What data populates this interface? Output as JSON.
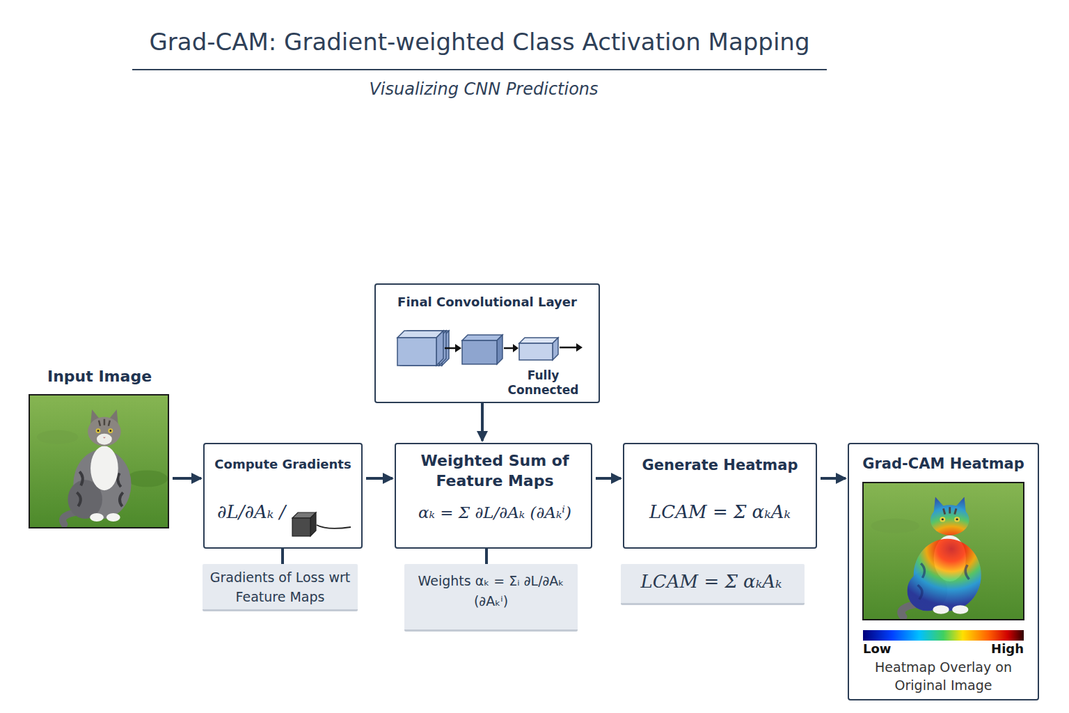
{
  "diagram": {
    "title": "Grad-CAM: Gradient-weighted Class Activation Mapping",
    "nodes": [
      {
        "text": [
          "Final Convolutional Layer",
          "Fully Connected"
        ]
      },
      {
        "text": [
          "Input Image"
        ]
      },
      {
        "text": [
          "Compute Gradients",
          "∂L/∂Aₖ /"
        ]
      },
      {
        "text": [
          "Weighted Sum of Feature Maps",
          "αₖ = Σ ∂L/∂Aₖ (∂Aₖⁱ)"
        ]
      },
      {
        "text": [
          "Generate Heatmap",
          "LCAM = Σ αₖAₖ"
        ]
      },
      {
        "text": [
          "Grad-CAM Heatmap",
          "Heatmap Overlay on Original Image"
        ]
      },
      {
        "text": [
          "Gradients of Loss wrt Feature Maps"
        ]
      },
      {
        "text": [
          "Weights αₖ = Σᵢ ∂L/∂Aₖ (∂Aₖⁱ)"
        ]
      },
      {
        "text": [
          "LCAM = Σ αₖAₖ"
        ]
      }
    ],
    "edges": [
      {
        "from": 1,
        "to": 2,
        "arrow": "to"
      },
      {
        "from": 2,
        "to": 3,
        "arrow": "to"
      },
      {
        "from": 3,
        "to": 4,
        "arrow": "to"
      },
      {
        "from": 4,
        "to": 5,
        "arrow": "to"
      },
      {
        "from": 0,
        "to": 3,
        "arrow": "to"
      },
      {
        "from": 2,
        "to": 6,
        "arrow": "none"
      },
      {
        "from": 3,
        "to": 7,
        "arrow": "none"
      }
    ],
    "labels": [
      "Visualizing CNN Predictions",
      "Low",
      "High"
    ]
  }
}
